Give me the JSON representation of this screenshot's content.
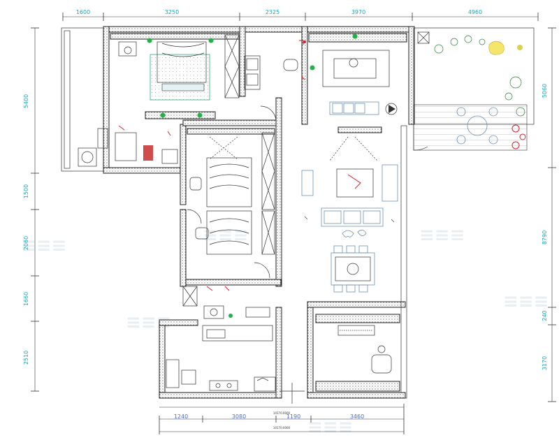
{
  "top_dimensions": [
    "1600",
    "3250",
    "2325",
    "3970",
    "4960"
  ],
  "left_dimensions": [
    "5400",
    "1500",
    "2060",
    "1660",
    "2510"
  ],
  "right_dimensions": [
    "5060",
    "8790",
    "240",
    "3170"
  ],
  "bottom_dimensions": [
    "1240",
    "3080",
    "1190",
    "3460"
  ],
  "bottom_totals": [
    "10170.0000",
    "10170.0000"
  ],
  "colors": {
    "dimension": "#1aa7b8",
    "wall_hatch": "#222222",
    "furniture": "#6f8fb0",
    "fixture_marker": "#21b24a",
    "plumbing": "#d8202a"
  },
  "watermark": "≡≡≡"
}
